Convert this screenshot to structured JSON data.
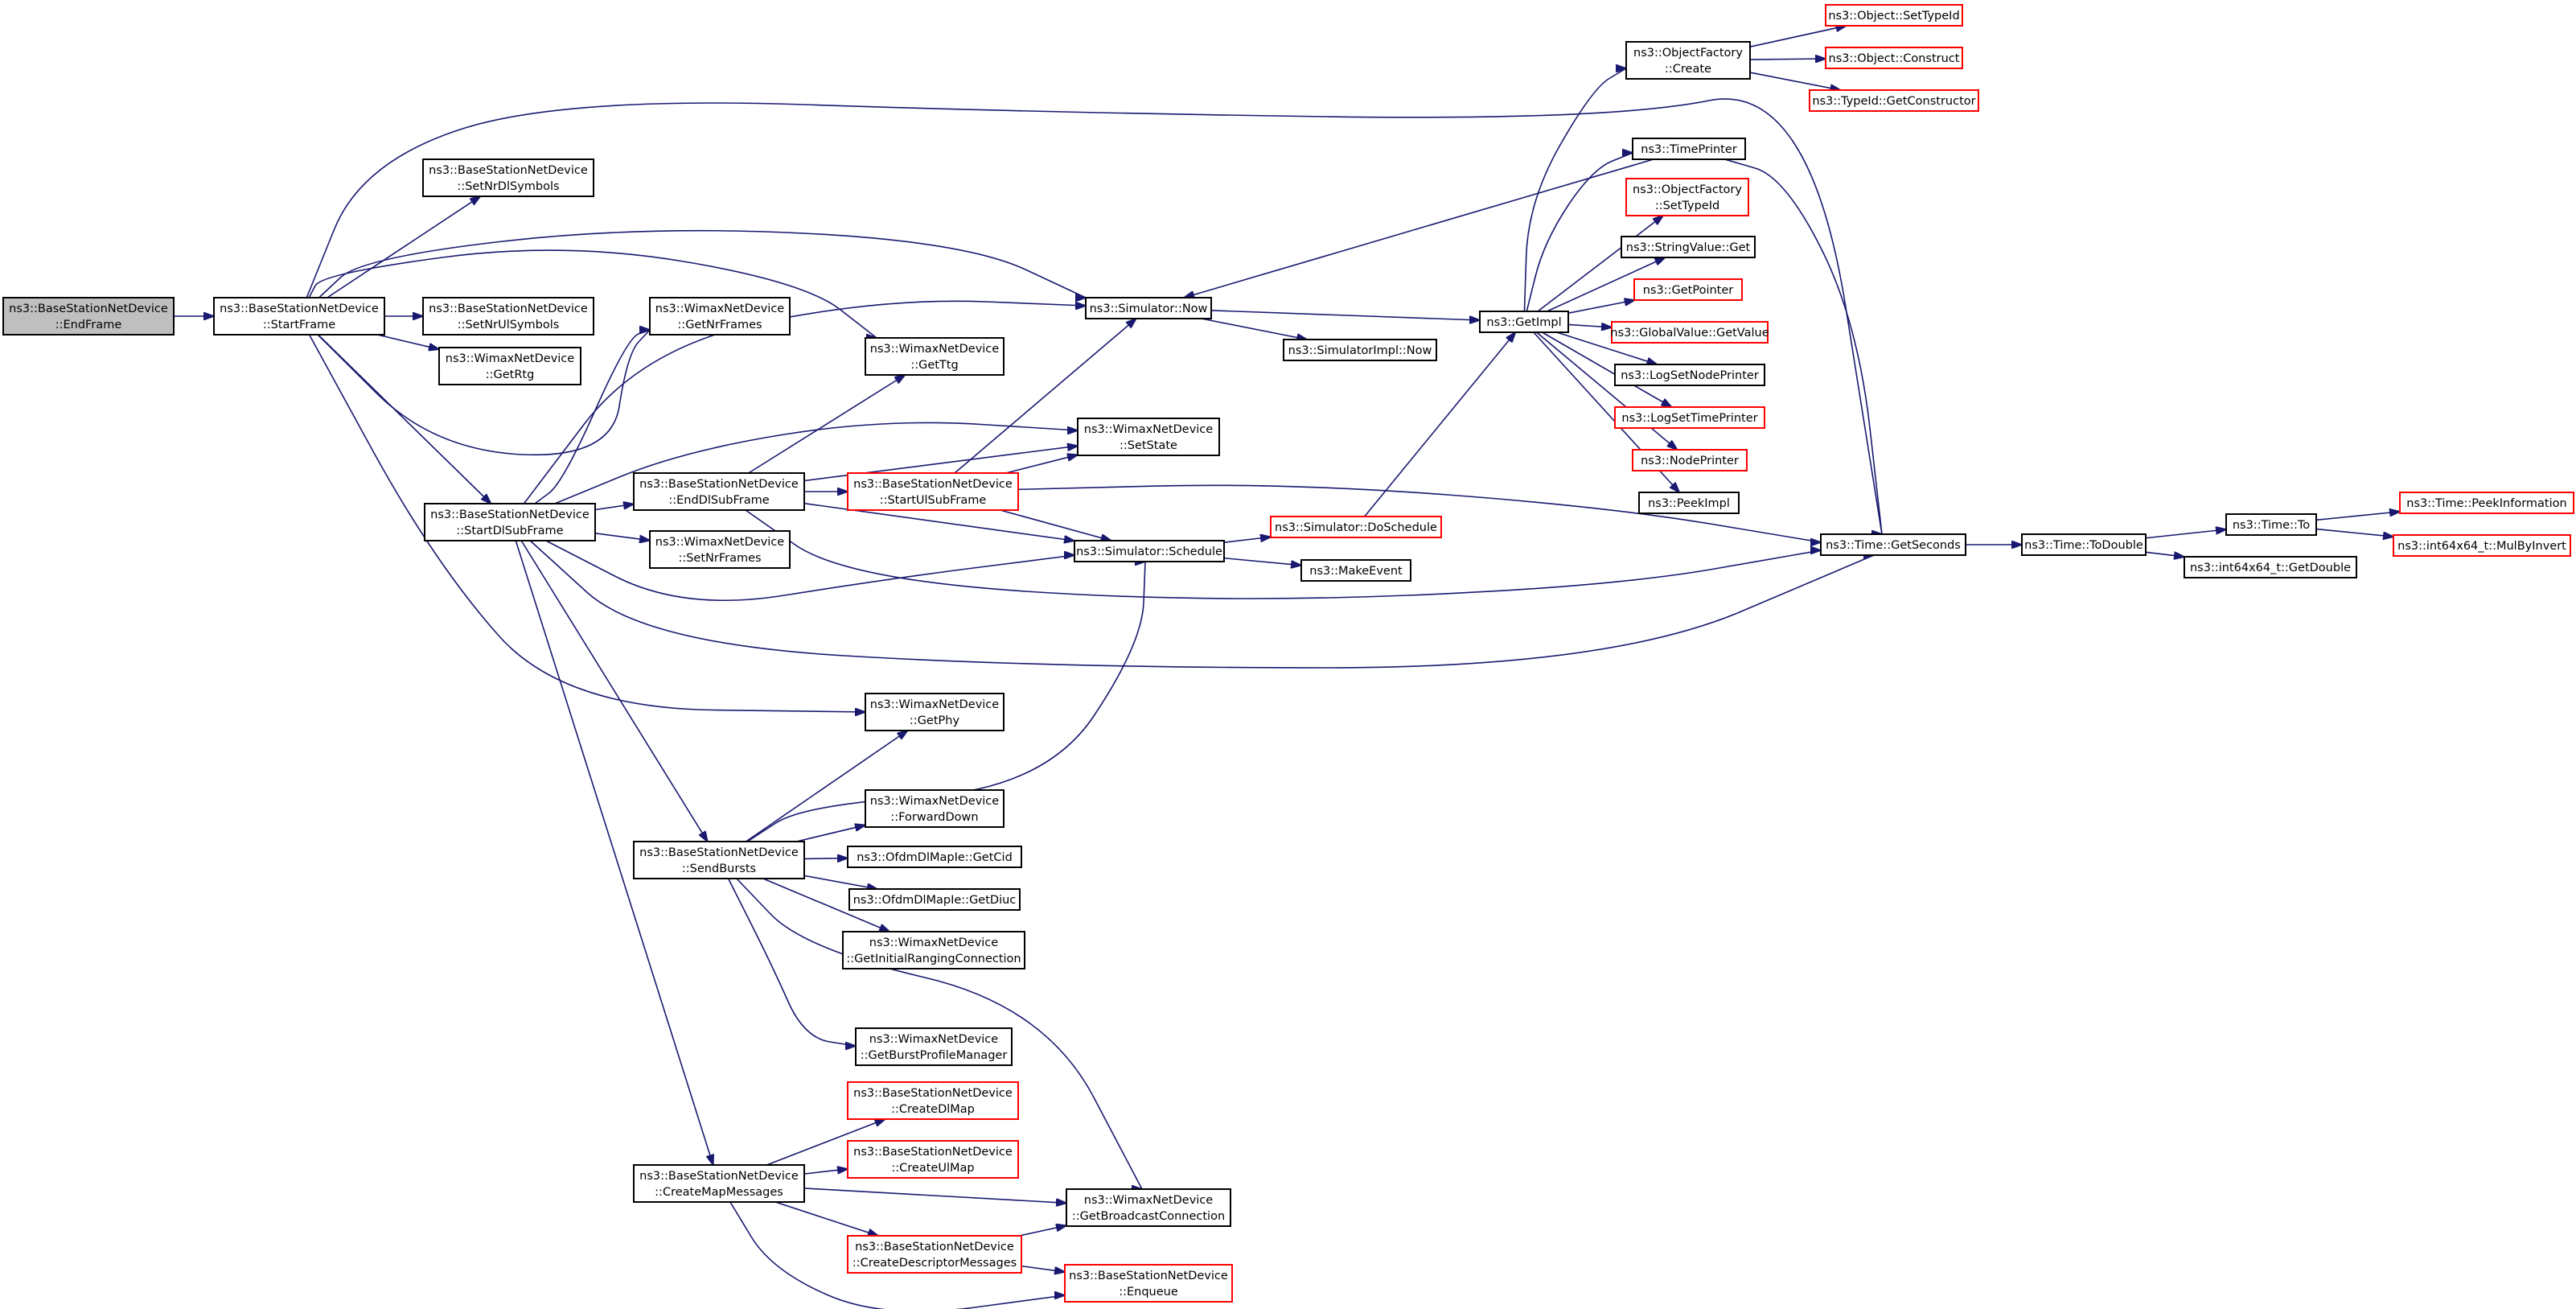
{
  "colors": {
    "edge": "#191970",
    "border_normal": "#000000",
    "border_truncated": "#ff0000",
    "fill_normal": "#ffffff",
    "fill_root": "#bfbfbf"
  },
  "nodes": [
    {
      "id": "endframe",
      "lines": [
        "ns3::BaseStationNetDevice",
        "::EndFrame"
      ],
      "kind": "root"
    },
    {
      "id": "startframe",
      "lines": [
        "ns3::BaseStationNetDevice",
        "::StartFrame"
      ],
      "kind": "normal"
    },
    {
      "id": "setnrdlsymbols",
      "lines": [
        "ns3::BaseStationNetDevice",
        "::SetNrDlSymbols"
      ],
      "kind": "normal"
    },
    {
      "id": "setnrulsymbols",
      "lines": [
        "ns3::BaseStationNetDevice",
        "::SetNrUlSymbols"
      ],
      "kind": "normal"
    },
    {
      "id": "getrtg",
      "lines": [
        "ns3::WimaxNetDevice",
        "::GetRtg"
      ],
      "kind": "normal"
    },
    {
      "id": "startdlsubframe",
      "lines": [
        "ns3::BaseStationNetDevice",
        "::StartDlSubFrame"
      ],
      "kind": "normal"
    },
    {
      "id": "getnrframes",
      "lines": [
        "ns3::WimaxNetDevice",
        "::GetNrFrames"
      ],
      "kind": "normal"
    },
    {
      "id": "enddlsubframe",
      "lines": [
        "ns3::BaseStationNetDevice",
        "::EndDlSubFrame"
      ],
      "kind": "normal"
    },
    {
      "id": "setnrframes",
      "lines": [
        "ns3::WimaxNetDevice",
        "::SetNrFrames"
      ],
      "kind": "normal"
    },
    {
      "id": "startulsubframe",
      "lines": [
        "ns3::BaseStationNetDevice",
        "::StartUlSubFrame"
      ],
      "kind": "truncated"
    },
    {
      "id": "getttg",
      "lines": [
        "ns3::WimaxNetDevice",
        "::GetTtg"
      ],
      "kind": "normal"
    },
    {
      "id": "setstate",
      "lines": [
        "ns3::WimaxNetDevice",
        "::SetState"
      ],
      "kind": "normal"
    },
    {
      "id": "simnow",
      "lines": [
        "ns3::Simulator::Now"
      ],
      "kind": "normal"
    },
    {
      "id": "simimplnow",
      "lines": [
        "ns3::SimulatorImpl::Now"
      ],
      "kind": "normal"
    },
    {
      "id": "simschedule",
      "lines": [
        "ns3::Simulator::Schedule"
      ],
      "kind": "normal"
    },
    {
      "id": "dosched",
      "lines": [
        "ns3::Simulator::DoSchedule"
      ],
      "kind": "truncated"
    },
    {
      "id": "makeevent",
      "lines": [
        "ns3::MakeEvent"
      ],
      "kind": "normal"
    },
    {
      "id": "getimpl",
      "lines": [
        "ns3::GetImpl"
      ],
      "kind": "normal"
    },
    {
      "id": "objfactcreate",
      "lines": [
        "ns3::ObjectFactory",
        "::Create"
      ],
      "kind": "normal"
    },
    {
      "id": "objsettypeid",
      "lines": [
        "ns3::Object::SetTypeId"
      ],
      "kind": "truncated"
    },
    {
      "id": "objconstruct",
      "lines": [
        "ns3::Object::Construct"
      ],
      "kind": "truncated"
    },
    {
      "id": "typeidgetctor",
      "lines": [
        "ns3::TypeId::GetConstructor"
      ],
      "kind": "truncated"
    },
    {
      "id": "timeprinter",
      "lines": [
        "ns3::TimePrinter"
      ],
      "kind": "normal"
    },
    {
      "id": "objfactsettypeid",
      "lines": [
        "ns3::ObjectFactory",
        "::SetTypeId"
      ],
      "kind": "truncated"
    },
    {
      "id": "stringvalueget",
      "lines": [
        "ns3::StringValue::Get"
      ],
      "kind": "normal"
    },
    {
      "id": "getpointer",
      "lines": [
        "ns3::GetPointer"
      ],
      "kind": "truncated"
    },
    {
      "id": "globalvalueget",
      "lines": [
        "ns3::GlobalValue::GetValue"
      ],
      "kind": "truncated"
    },
    {
      "id": "logsetnodeprinter",
      "lines": [
        "ns3::LogSetNodePrinter"
      ],
      "kind": "normal"
    },
    {
      "id": "logsettimeprinter",
      "lines": [
        "ns3::LogSetTimePrinter"
      ],
      "kind": "truncated"
    },
    {
      "id": "nodeprinter",
      "lines": [
        "ns3::NodePrinter"
      ],
      "kind": "truncated"
    },
    {
      "id": "peekimpl",
      "lines": [
        "ns3::PeekImpl"
      ],
      "kind": "normal"
    },
    {
      "id": "timegetseconds",
      "lines": [
        "ns3::Time::GetSeconds"
      ],
      "kind": "normal"
    },
    {
      "id": "timetodouble",
      "lines": [
        "ns3::Time::ToDouble"
      ],
      "kind": "normal"
    },
    {
      "id": "timeto",
      "lines": [
        "ns3::Time::To"
      ],
      "kind": "normal"
    },
    {
      "id": "getdouble",
      "lines": [
        "ns3::int64x64_t::GetDouble"
      ],
      "kind": "normal"
    },
    {
      "id": "peekinfo",
      "lines": [
        "ns3::Time::PeekInformation"
      ],
      "kind": "truncated"
    },
    {
      "id": "mulbyinvert",
      "lines": [
        "ns3::int64x64_t::MulByInvert"
      ],
      "kind": "truncated"
    },
    {
      "id": "getphy",
      "lines": [
        "ns3::WimaxNetDevice",
        "::GetPhy"
      ],
      "kind": "normal"
    },
    {
      "id": "sendbursts",
      "lines": [
        "ns3::BaseStationNetDevice",
        "::SendBursts"
      ],
      "kind": "normal"
    },
    {
      "id": "forwarddown",
      "lines": [
        "ns3::WimaxNetDevice",
        "::ForwardDown"
      ],
      "kind": "normal"
    },
    {
      "id": "getcid",
      "lines": [
        "ns3::OfdmDlMapIe::GetCid"
      ],
      "kind": "normal"
    },
    {
      "id": "getdiuc",
      "lines": [
        "ns3::OfdmDlMapIe::GetDiuc"
      ],
      "kind": "normal"
    },
    {
      "id": "getinitranging",
      "lines": [
        "ns3::WimaxNetDevice",
        "::GetInitialRangingConnection"
      ],
      "kind": "normal"
    },
    {
      "id": "getburstprofile",
      "lines": [
        "ns3::WimaxNetDevice",
        "::GetBurstProfileManager"
      ],
      "kind": "normal"
    },
    {
      "id": "createmapmessages",
      "lines": [
        "ns3::BaseStationNetDevice",
        "::CreateMapMessages"
      ],
      "kind": "normal"
    },
    {
      "id": "createdlmap",
      "lines": [
        "ns3::BaseStationNetDevice",
        "::CreateDlMap"
      ],
      "kind": "truncated"
    },
    {
      "id": "createulmap",
      "lines": [
        "ns3::BaseStationNetDevice",
        "::CreateUlMap"
      ],
      "kind": "truncated"
    },
    {
      "id": "getbroadcast",
      "lines": [
        "ns3::WimaxNetDevice",
        "::GetBroadcastConnection"
      ],
      "kind": "normal"
    },
    {
      "id": "createdescriptor",
      "lines": [
        "ns3::BaseStationNetDevice",
        "::CreateDescriptorMessages"
      ],
      "kind": "truncated"
    },
    {
      "id": "enqueue",
      "lines": [
        "ns3::BaseStationNetDevice",
        "::Enqueue"
      ],
      "kind": "truncated"
    }
  ]
}
